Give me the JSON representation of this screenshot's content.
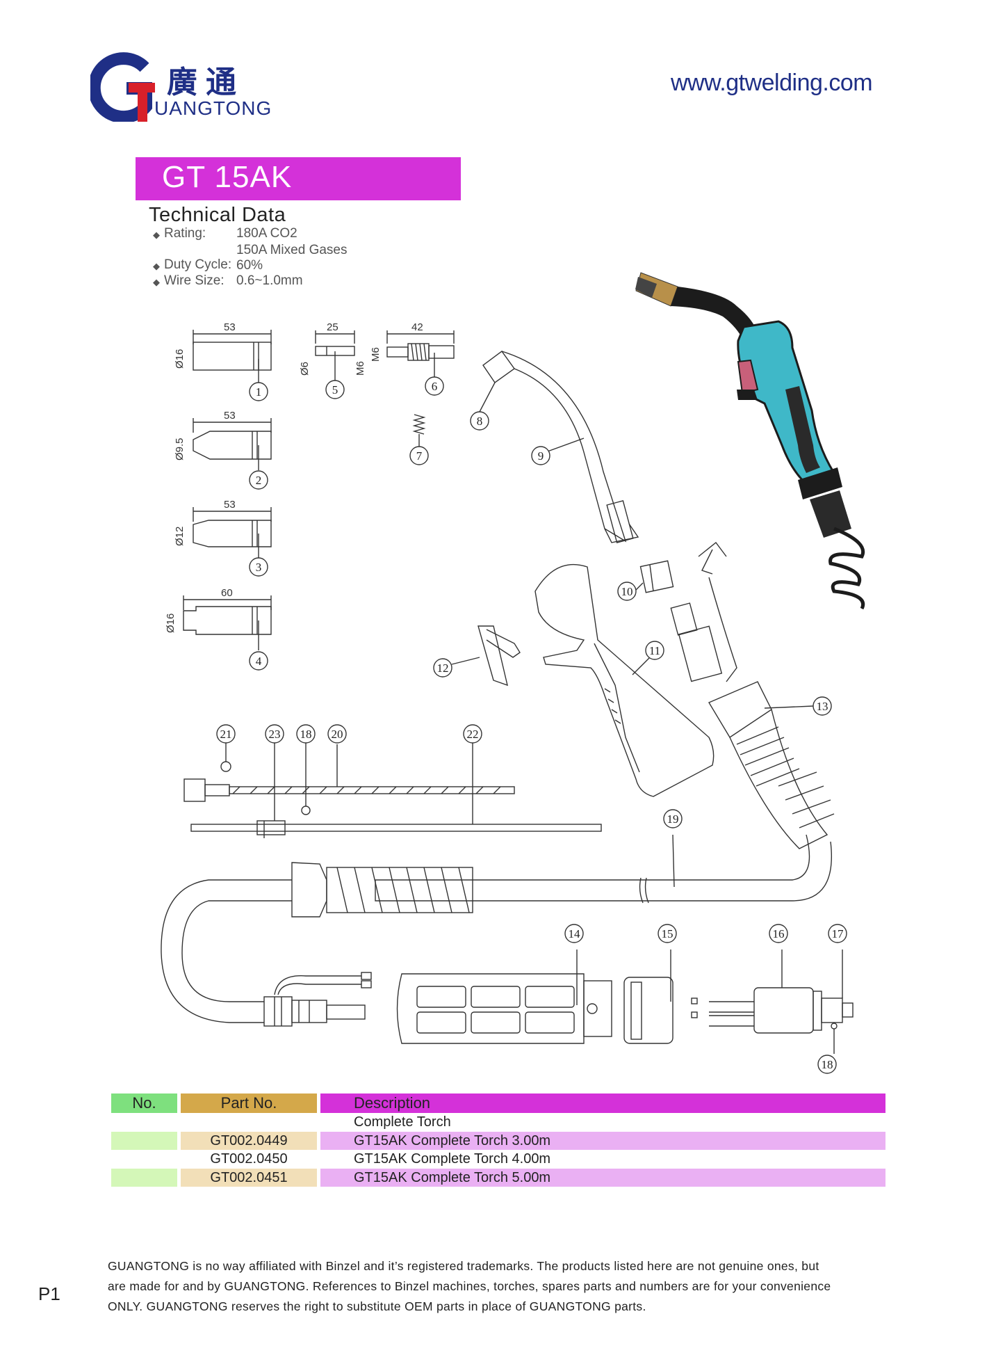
{
  "header": {
    "logo_letter": "G",
    "logo_cn": "廣通",
    "logo_en": "UANGTONG",
    "website": "www.gtwelding.com"
  },
  "model": {
    "name": "GT 15AK"
  },
  "technical": {
    "title": "Technical Data",
    "rating_label": "Rating:",
    "rating_value_1": "180A CO2",
    "rating_value_2": "150A Mixed Gases",
    "duty_label": "Duty Cycle:",
    "duty_value": "60%",
    "wire_label": "Wire Size:",
    "wire_value": "0.6~1.0mm"
  },
  "dimensions": {
    "d1_len": "53",
    "d1_dia": "Ø16",
    "d2_len": "53",
    "d2_dia": "Ø9.5",
    "d3_len": "53",
    "d3_dia": "Ø12",
    "d4_len": "60",
    "d4_dia": "Ø16",
    "d5_len": "25",
    "d5_dia": "Ø6",
    "d5_thread": "M6",
    "d6_len": "42",
    "d6_thread": "M6"
  },
  "parts_callouts": [
    "1",
    "2",
    "3",
    "4",
    "5",
    "6",
    "7",
    "8",
    "9",
    "10",
    "11",
    "12",
    "13",
    "14",
    "15",
    "16",
    "17",
    "18",
    "19",
    "20",
    "21",
    "22",
    "23"
  ],
  "table": {
    "headers": {
      "no": "No.",
      "part": "Part No.",
      "desc": "Description"
    },
    "rows": [
      {
        "no": "",
        "part": "",
        "desc": "Complete Torch"
      },
      {
        "no": "",
        "part": "GT002.0449",
        "desc": "GT15AK Complete Torch 3.00m"
      },
      {
        "no": "",
        "part": "GT002.0450",
        "desc": "GT15AK Complete Torch 4.00m"
      },
      {
        "no": "",
        "part": "GT002.0451",
        "desc": "GT15AK Complete Torch 5.00m"
      }
    ],
    "colors": {
      "no_header": "#7ee07e",
      "part_header": "#d4a84a",
      "desc_header": "#d431d9",
      "no_row": "#d4f7b8",
      "part_row": "#f2dfb8",
      "desc_row": "#eab0f3"
    }
  },
  "footer": {
    "disclaimer_1": "GUANGTONG is no way affiliated with Binzel and it’s registered trademarks. The products listed here are not genuine ones, but",
    "disclaimer_2": "are made for and by GUANGTONG. References to Binzel machines, torches, spares parts and numbers are for your convenience",
    "disclaimer_3": "ONLY. GUANGTONG reserves the right to substitute OEM parts in place of GUANGTONG parts.",
    "page": "P1"
  },
  "colors": {
    "brand_blue": "#1f2f86",
    "logo_red": "#d8202a",
    "banner": "#d431d9",
    "torch_teal": "#3fb8c8",
    "trigger_pink": "#c8607a"
  }
}
